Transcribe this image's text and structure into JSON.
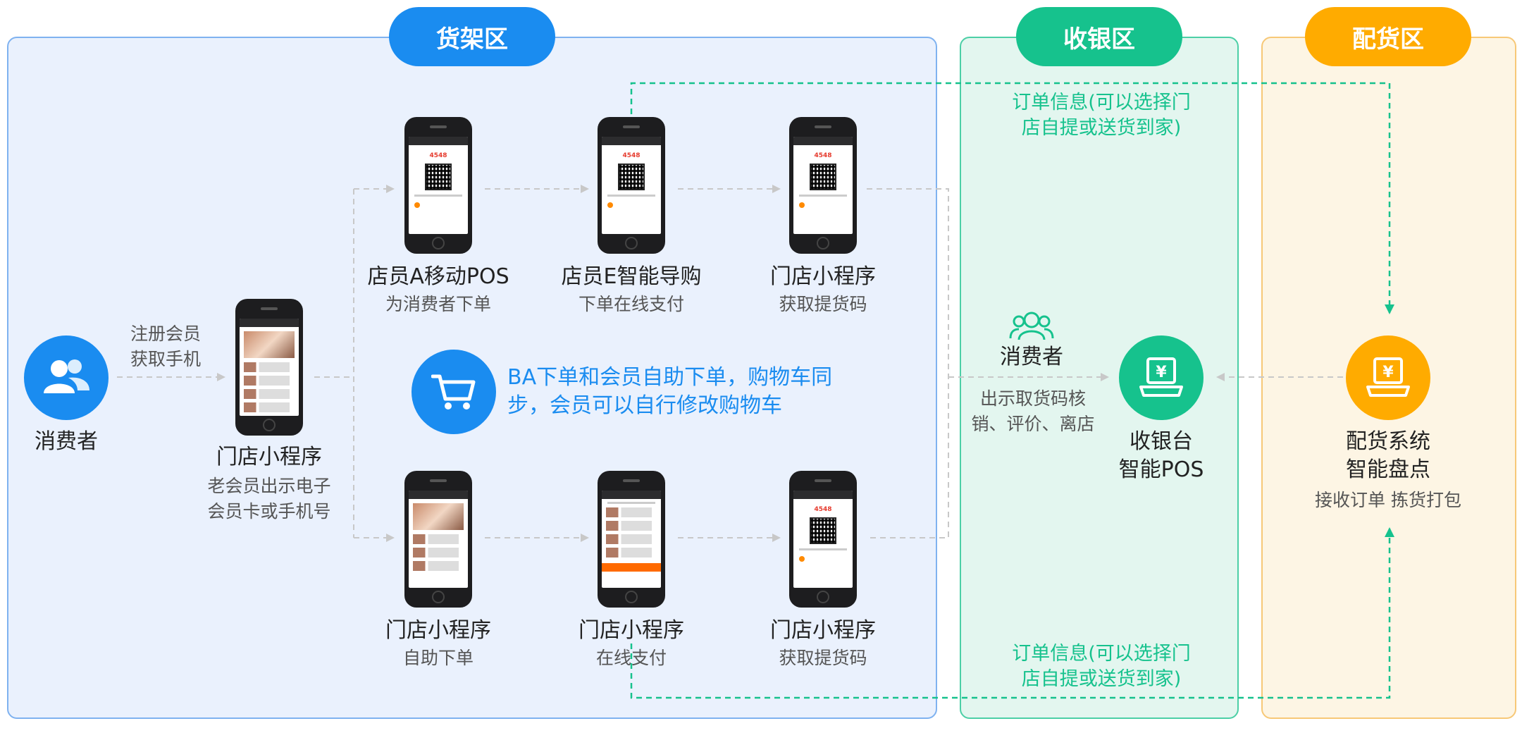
{
  "zones": {
    "shelf": "货架区",
    "cashier": "收银区",
    "distribution": "配货区"
  },
  "left_consumer": {
    "title": "消费者"
  },
  "register_note": [
    "注册会员",
    "获取手机"
  ],
  "mini_program_main": {
    "title": "门店小程序",
    "desc": [
      "老会员出示电子",
      "会员卡或手机号"
    ]
  },
  "top_row": [
    {
      "title": "店员A移动POS",
      "desc": "为消费者下单"
    },
    {
      "title": "店员E智能导购",
      "desc": "下单在线支付"
    },
    {
      "title": "门店小程序",
      "desc": "获取提货码"
    }
  ],
  "bottom_row": [
    {
      "title": "门店小程序",
      "desc": "自助下单"
    },
    {
      "title": "门店小程序",
      "desc": "在线支付"
    },
    {
      "title": "门店小程序",
      "desc": "获取提货码"
    }
  ],
  "cart_note": "BA下单和会员自助下单，购物车同步，会员可以自行修改购物车",
  "cashier_consumer": {
    "title": "消费者",
    "desc": [
      "出示取货码核",
      "销、评价、离店"
    ]
  },
  "pos": {
    "title": [
      "收银台",
      "智能POS"
    ],
    "symbol": "¥"
  },
  "distribution_system": {
    "title": [
      "配货系统",
      "智能盘点"
    ],
    "desc": "接收订单 拣货打包",
    "symbol": "¥"
  },
  "order_info_top": [
    "订单信息(可以选择门",
    "店自提或送货到家)"
  ],
  "order_info_bottom": [
    "订单信息(可以选择门",
    "店自提或送货到家)"
  ],
  "phone_screens": {
    "amount": "4548"
  },
  "colors": {
    "blue": "#1a8cf0",
    "green": "#16c28d",
    "orange": "#ffab00",
    "teal_dash": "#16c28d",
    "gray_dash": "#c8c8c8"
  },
  "icons": [
    "users-icon",
    "cart-icon",
    "cash-register-icon",
    "distribution-register-icon",
    "users-outline-icon",
    "phone-icon"
  ]
}
